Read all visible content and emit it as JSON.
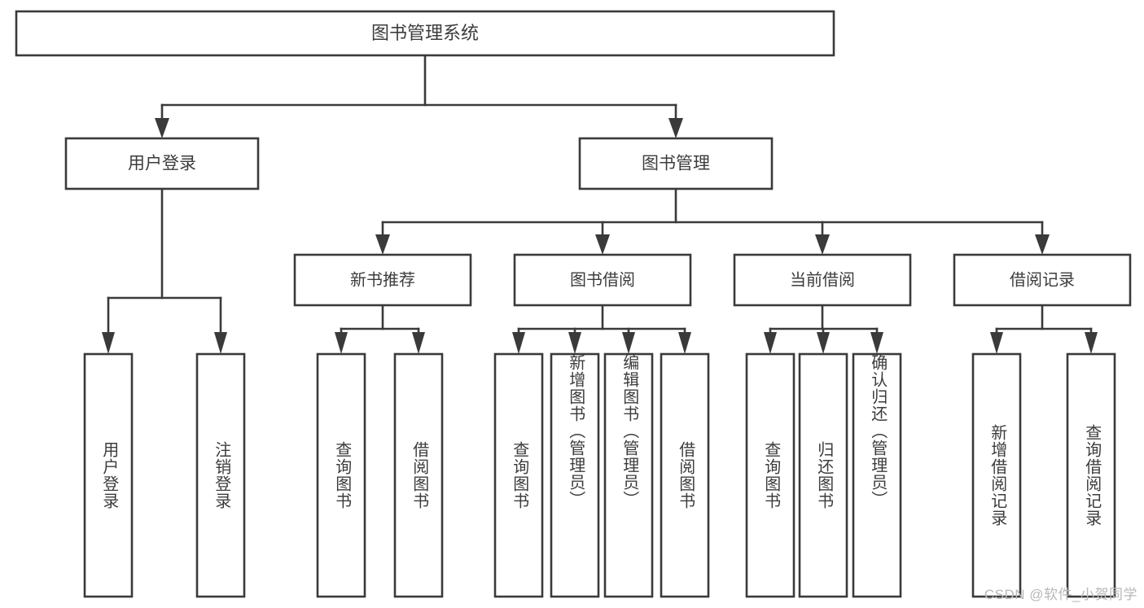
{
  "diagram": {
    "title": "图书管理系统",
    "watermark": "CSDN @软件_小贺同学",
    "theme": {
      "background": "#ffffff",
      "box_stroke": "#3a3a3a",
      "box_fill": "#ffffff",
      "text": "#3c3c3c",
      "watermark_color": "#b8b8b8"
    },
    "root": {
      "label": "图书管理系统",
      "level": 1
    },
    "level2": [
      {
        "label": "用户登录"
      },
      {
        "label": "图书管理"
      }
    ],
    "level3": [
      {
        "label": "新书推荐"
      },
      {
        "label": "图书借阅"
      },
      {
        "label": "当前借阅"
      },
      {
        "label": "借阅记录"
      }
    ],
    "leaves": {
      "user_login": [
        {
          "label": "用户登录"
        },
        {
          "label": "注销登录"
        }
      ],
      "new_book_recommend": [
        {
          "label": "查询图书"
        },
        {
          "label": "借阅图书"
        }
      ],
      "book_borrow": [
        {
          "label": "查询图书"
        },
        {
          "label": "新增图书（管理员）"
        },
        {
          "label": "编辑图书（管理员）"
        },
        {
          "label": "借阅图书"
        }
      ],
      "current_borrow": [
        {
          "label": "查询图书"
        },
        {
          "label": "归还图书"
        },
        {
          "label": "确认归还（管理员）"
        }
      ],
      "borrow_record": [
        {
          "label": "新增借阅记录"
        },
        {
          "label": "查询借阅记录"
        }
      ]
    }
  }
}
